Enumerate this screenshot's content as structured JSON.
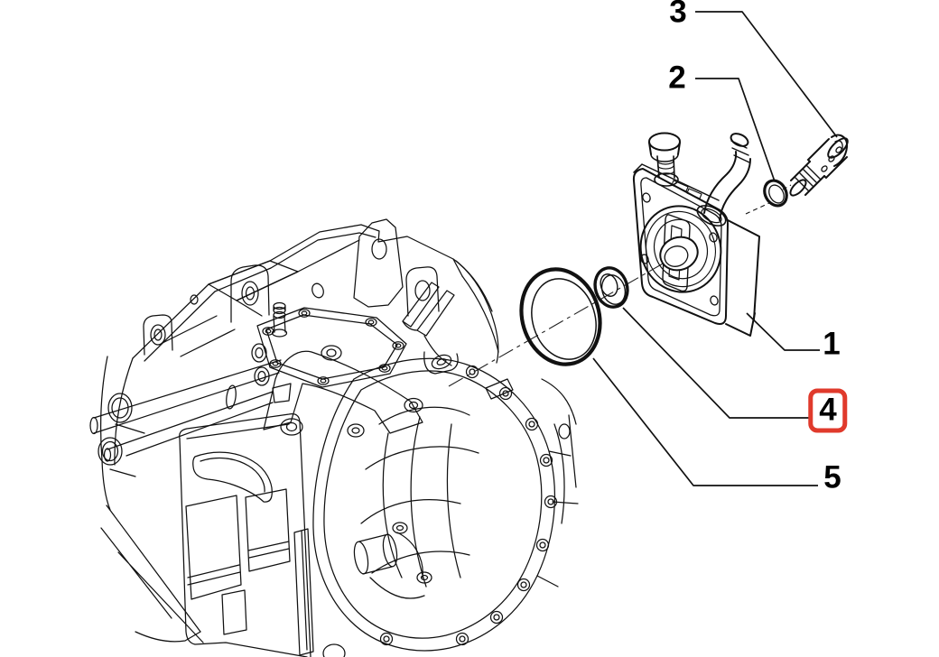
{
  "diagram": {
    "background_color": "#ffffff",
    "line_color": "#111111",
    "highlight_color": "#e03a2c",
    "callouts": [
      {
        "number": "1",
        "highlighted": false
      },
      {
        "number": "2",
        "highlighted": false
      },
      {
        "number": "3",
        "highlighted": false
      },
      {
        "number": "4",
        "highlighted": true
      },
      {
        "number": "5",
        "highlighted": false
      }
    ]
  }
}
